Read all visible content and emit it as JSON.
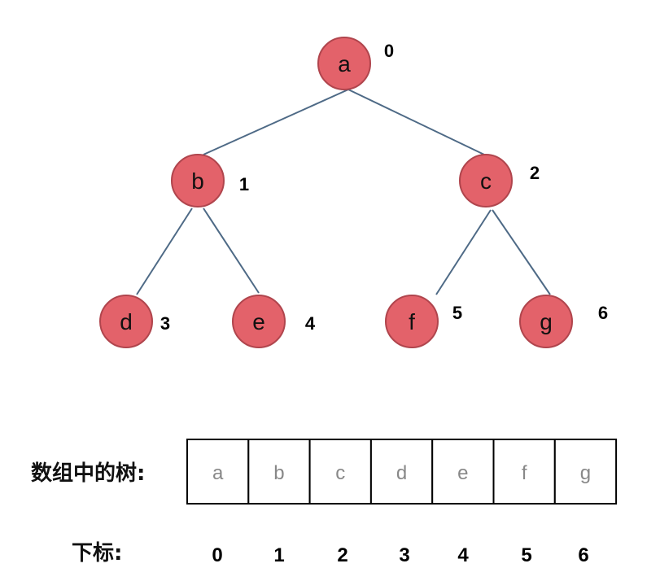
{
  "colors": {
    "node_fill": "#e3626a",
    "node_stroke": "#b0454d",
    "edge": "#4e6a86"
  },
  "tree": {
    "nodes": [
      {
        "label": "a",
        "index": "0"
      },
      {
        "label": "b",
        "index": "1"
      },
      {
        "label": "c",
        "index": "2"
      },
      {
        "label": "d",
        "index": "3"
      },
      {
        "label": "e",
        "index": "4"
      },
      {
        "label": "f",
        "index": "5"
      },
      {
        "label": "g",
        "index": "6"
      }
    ],
    "edges": [
      [
        "a",
        "b"
      ],
      [
        "a",
        "c"
      ],
      [
        "b",
        "d"
      ],
      [
        "b",
        "e"
      ],
      [
        "c",
        "f"
      ],
      [
        "c",
        "g"
      ]
    ]
  },
  "array": {
    "label": "数组中的树:",
    "cells": [
      "a",
      "b",
      "c",
      "d",
      "e",
      "f",
      "g"
    ],
    "index_label": "下标:",
    "indices": [
      "0",
      "1",
      "2",
      "3",
      "4",
      "5",
      "6"
    ]
  }
}
